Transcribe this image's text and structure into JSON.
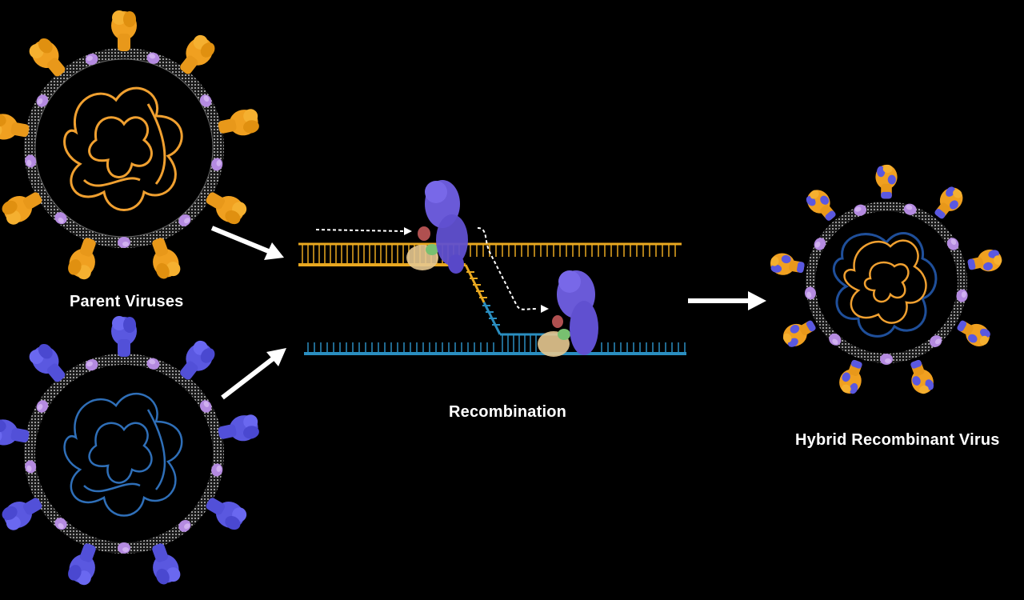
{
  "diagram": {
    "title": "Viral recombination diagram",
    "labels": {
      "parents": "Parent Viruses",
      "process": "Recombination",
      "result": "Hybrid Recombinant Virus"
    },
    "nodes": [
      {
        "id": "parent-orange",
        "type": "virus",
        "spike_color": "#f0a020",
        "genome_color": "#f0a030"
      },
      {
        "id": "parent-blue",
        "type": "virus",
        "spike_color": "#5a58e0",
        "genome_color": "#2f6fb8"
      },
      {
        "id": "recombination",
        "type": "process",
        "strand_top_color": "#e8a820",
        "strand_bottom_color": "#2a8ec0",
        "enzyme_color": "#6a5ad8"
      },
      {
        "id": "hybrid",
        "type": "virus",
        "spike_color": "#f0a020",
        "spike_accent": "#5a58e0",
        "genome_colors": [
          "#f0a030",
          "#1f4f9a"
        ]
      }
    ],
    "edges": [
      {
        "from": "parent-orange",
        "to": "recombination"
      },
      {
        "from": "parent-blue",
        "to": "recombination"
      },
      {
        "from": "recombination",
        "to": "hybrid"
      }
    ],
    "colors": {
      "background": "#000000",
      "membrane": "#9a9a9a",
      "membrane_protein": "#b48ae0",
      "arrow": "#ffffff"
    }
  }
}
